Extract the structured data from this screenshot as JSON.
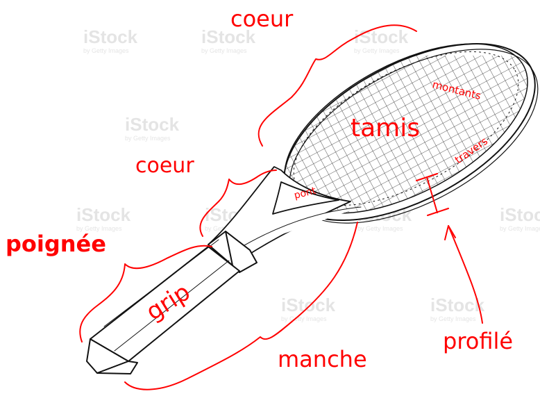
{
  "labels": {
    "coeur_top": "coeur",
    "coeur_mid": "coeur",
    "poignee": "poignée",
    "grip": "grip",
    "manche": "manche",
    "profile": "profilé",
    "tamis": "tamis",
    "montants": "montants",
    "travers": "travers",
    "pont": "pont"
  },
  "watermark": {
    "brand": "iStock",
    "sub": "by Getty Images"
  },
  "colors": {
    "annotation": "#ff0000",
    "line_art": "#111111",
    "watermark": "#cfcfcf"
  }
}
